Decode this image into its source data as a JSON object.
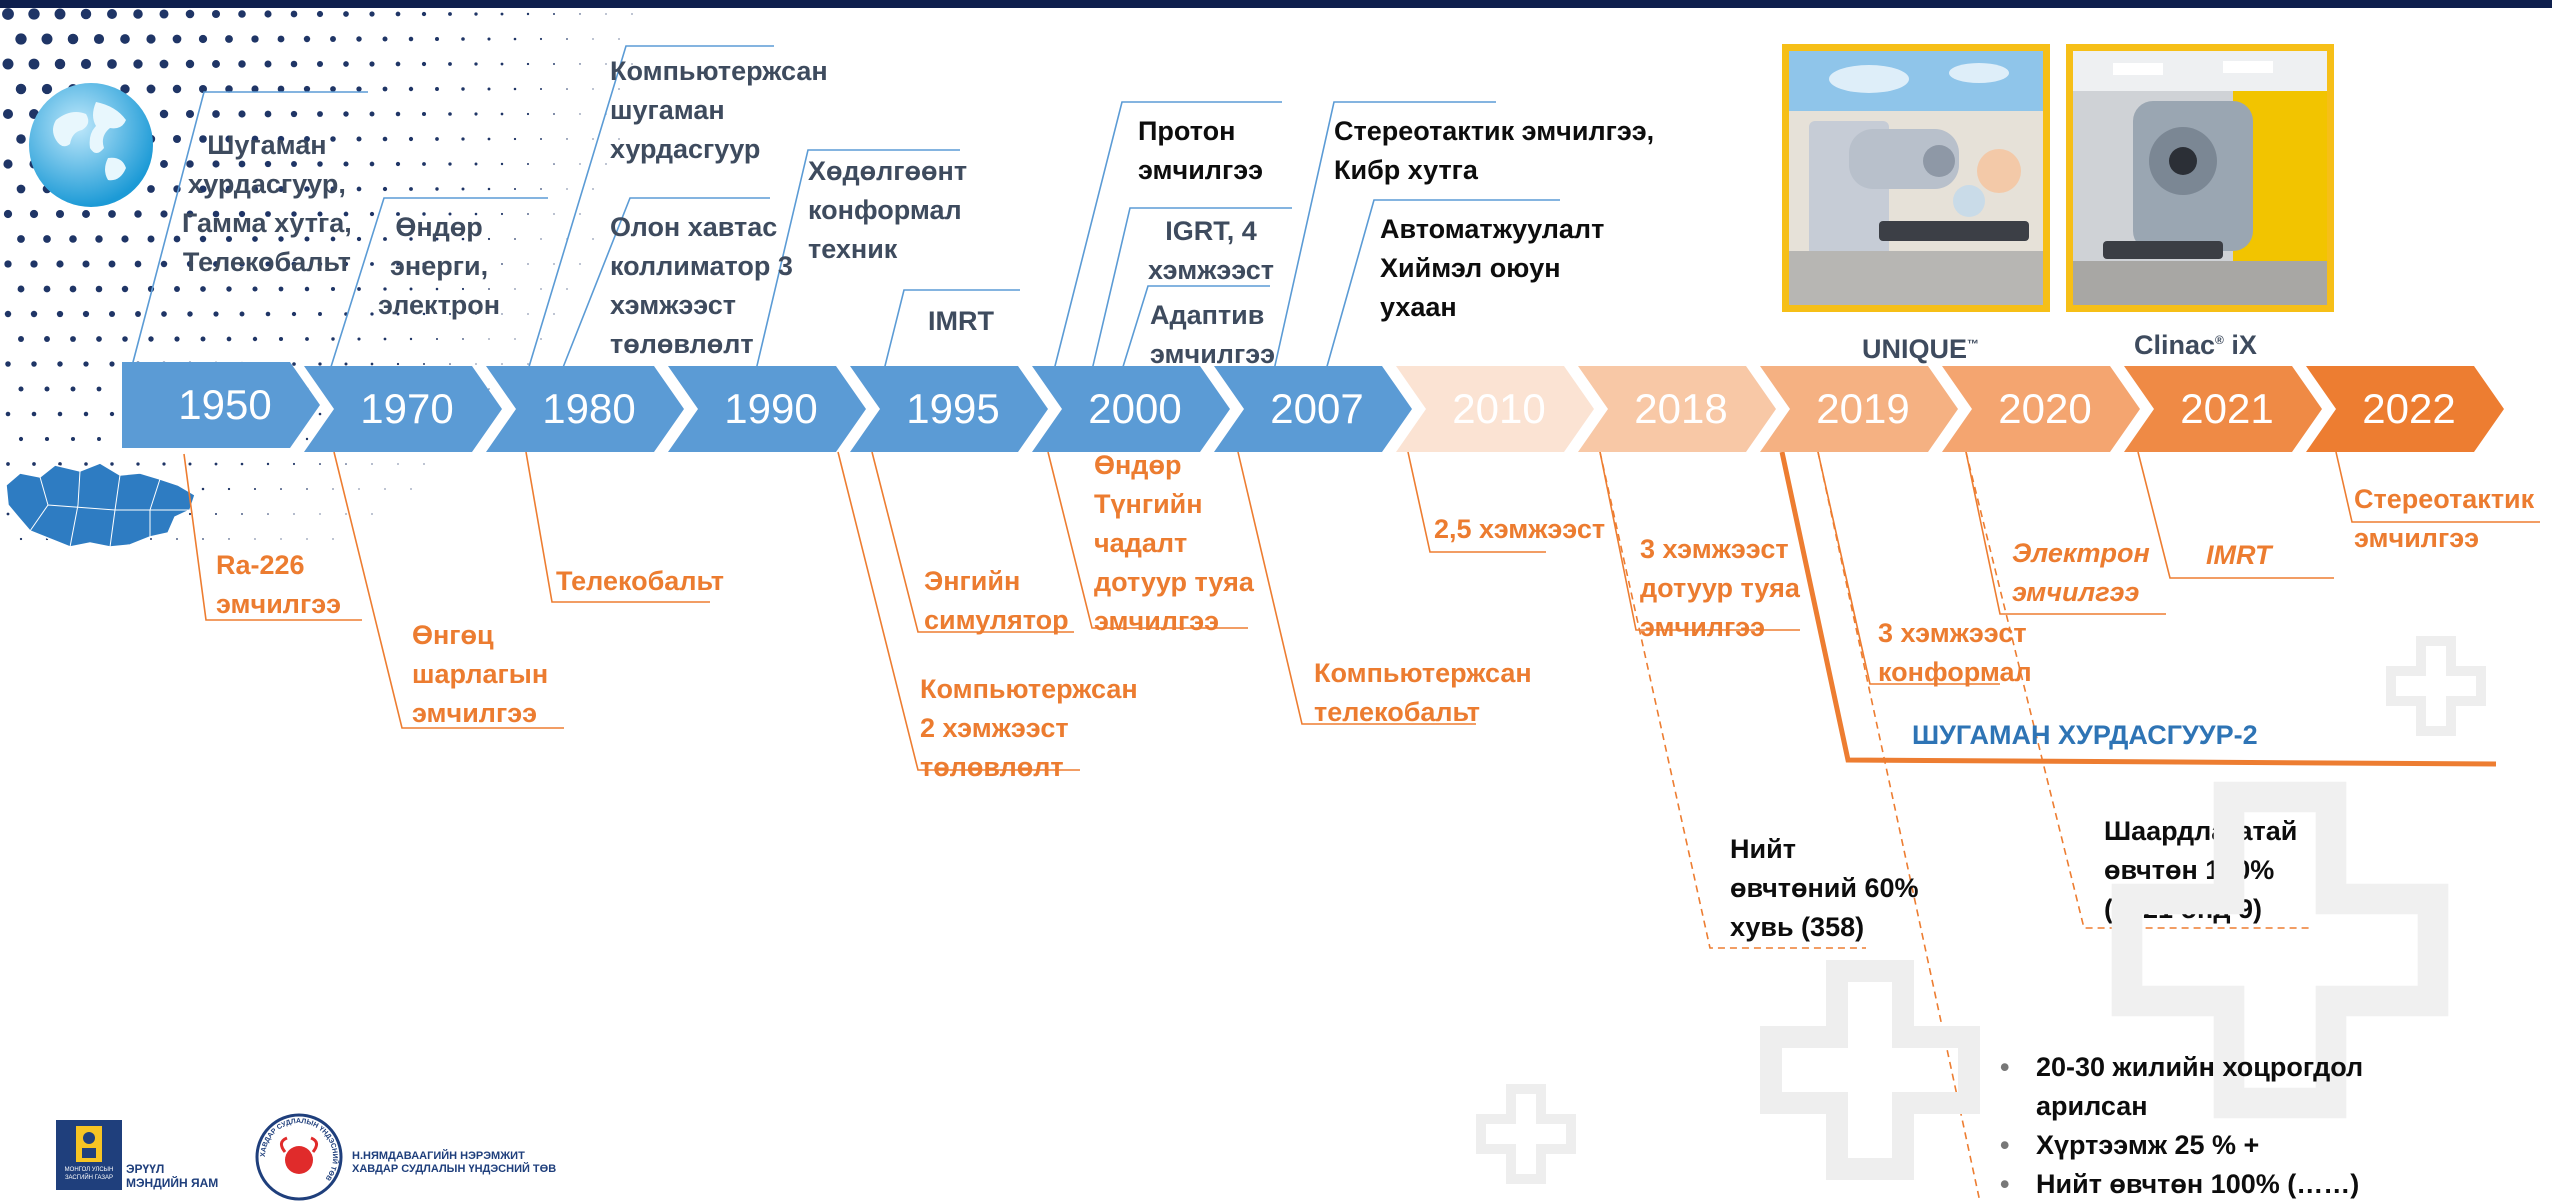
{
  "colors": {
    "blue_arrow": "#5b9bd5",
    "orange_arrow": "#ed7d31",
    "orange_text": "#ec7c30",
    "dark_text": "#3e4b5e",
    "blue_text": "#2e74b5",
    "photo_border": "#f6bf17",
    "top_bar": "#0e1f4d"
  },
  "timeline": {
    "years": [
      {
        "label": "1950",
        "fill": "#5b9bd5"
      },
      {
        "label": "1970",
        "fill": "#5b9bd5"
      },
      {
        "label": "1980",
        "fill": "#5b9bd5"
      },
      {
        "label": "1990",
        "fill": "#5b9bd5"
      },
      {
        "label": "1995",
        "fill": "#5b9bd5"
      },
      {
        "label": "2000",
        "fill": "#5b9bd5"
      },
      {
        "label": "2007",
        "fill": "#5b9bd5"
      },
      {
        "label": "2010",
        "fill": "#fbe3d3"
      },
      {
        "label": "2018",
        "fill": "#f8c8a6"
      },
      {
        "label": "2019",
        "fill": "#f5b182"
      },
      {
        "label": "2020",
        "fill": "#f4a570"
      },
      {
        "label": "2021",
        "fill": "#ef8a45"
      },
      {
        "label": "2022",
        "fill": "#ed7d31"
      }
    ]
  },
  "upper_labels": [
    {
      "text": "Шугаман\nхурдасгуур,\nГамма хутга,\nТелекобальт",
      "style": "dark"
    },
    {
      "text": "Өндөр\nэнерги,\nэлектрон",
      "style": "dark"
    },
    {
      "text": "Компьютержсан\n шугаман\nхурдасгуур",
      "style": "dark"
    },
    {
      "text": "Олон хавтас\nколлиматор 3\nхэмжээст\nтөлөвлөлт",
      "style": "dark"
    },
    {
      "text": "Хөдөлгөөнт\nконформал\nтехник",
      "style": "dark"
    },
    {
      "text": "IMRT",
      "style": "dark"
    },
    {
      "text": "Протон\nэмчилгээ",
      "style": "black"
    },
    {
      "text": "IGRT, 4\nхэмжээст",
      "style": "dark"
    },
    {
      "text": "Адаптив\nэмчилгээ",
      "style": "dark"
    },
    {
      "text": "Стереотактик эмчилгээ,\nКибр хутга",
      "style": "black"
    },
    {
      "text": "Автоматжуулалт\nХиймэл оюун\n      ухаан",
      "style": "black"
    }
  ],
  "lower_labels": [
    {
      "text": "Ra-226\nэмчилгээ",
      "style": "orange"
    },
    {
      "text": "Өнгөц\nшарлагын\nэмчилгээ",
      "style": "orange"
    },
    {
      "text": "Телекобальт",
      "style": "orange"
    },
    {
      "text": "Энгийн\nсимулятор",
      "style": "orange"
    },
    {
      "text": "Компьютержсан\n2 хэмжээст\nтөлөвлөлт",
      "style": "orange"
    },
    {
      "text": "Өндөр\nТүнгийн\nчадалт\nдотуур туяа\nэмчилгээ",
      "style": "orange"
    },
    {
      "text": "Компьютержсан\nтелекобальт",
      "style": "orange"
    },
    {
      "text": "2,5 хэмжээст",
      "style": "orange"
    },
    {
      "text": "3 хэмжээст\nдотуур туяа\nэмчилгээ",
      "style": "orange"
    },
    {
      "text": "3 хэмжээст\nконформал",
      "style": "orange"
    },
    {
      "text": "Электрон\nэмчилгээ",
      "style": "orange-it"
    },
    {
      "text": "IMRT",
      "style": "orange-it"
    },
    {
      "text": "Стереотактик\nэмчилгээ",
      "style": "orange"
    }
  ],
  "linac_label": "ШУГАМАН ХУРДАСГУУР-2",
  "notes": [
    {
      "text": "Нийт\nөвчтөний 60%\nхувь (358)"
    },
    {
      "text": "Шаардлагатай\nөвчтөн 100%\n(2021 онд 9)"
    }
  ],
  "photo_captions": [
    {
      "main": "UNIQUE",
      "mark": "™",
      "rest": ""
    },
    {
      "main": "Clinac",
      "mark": "®",
      "rest": " iX"
    }
  ],
  "bullets": [
    "20-30 жилийн хоцрогдол\nарилсан",
    "Хүртээмж 25 % +",
    "Нийт өвчтөн 100%  (……)"
  ],
  "logos": {
    "ministry_text": "ЭРҮҮЛ\nМЭНДИЙН ЯАМ",
    "ministry_small": "МОНГОЛ УЛСЫН\nЗАСГИЙН ГАЗАР",
    "center_text": "Н.НЯМДАВААГИЙН НЭРЭМЖИТ\nХАВДАР СУДЛАЛЫН ҮНДЭСНИЙ ТӨВ",
    "center_ring": "ХАВДАР СУДЛАЛЫН ҮНДЭСНИЙ ТӨВ"
  }
}
